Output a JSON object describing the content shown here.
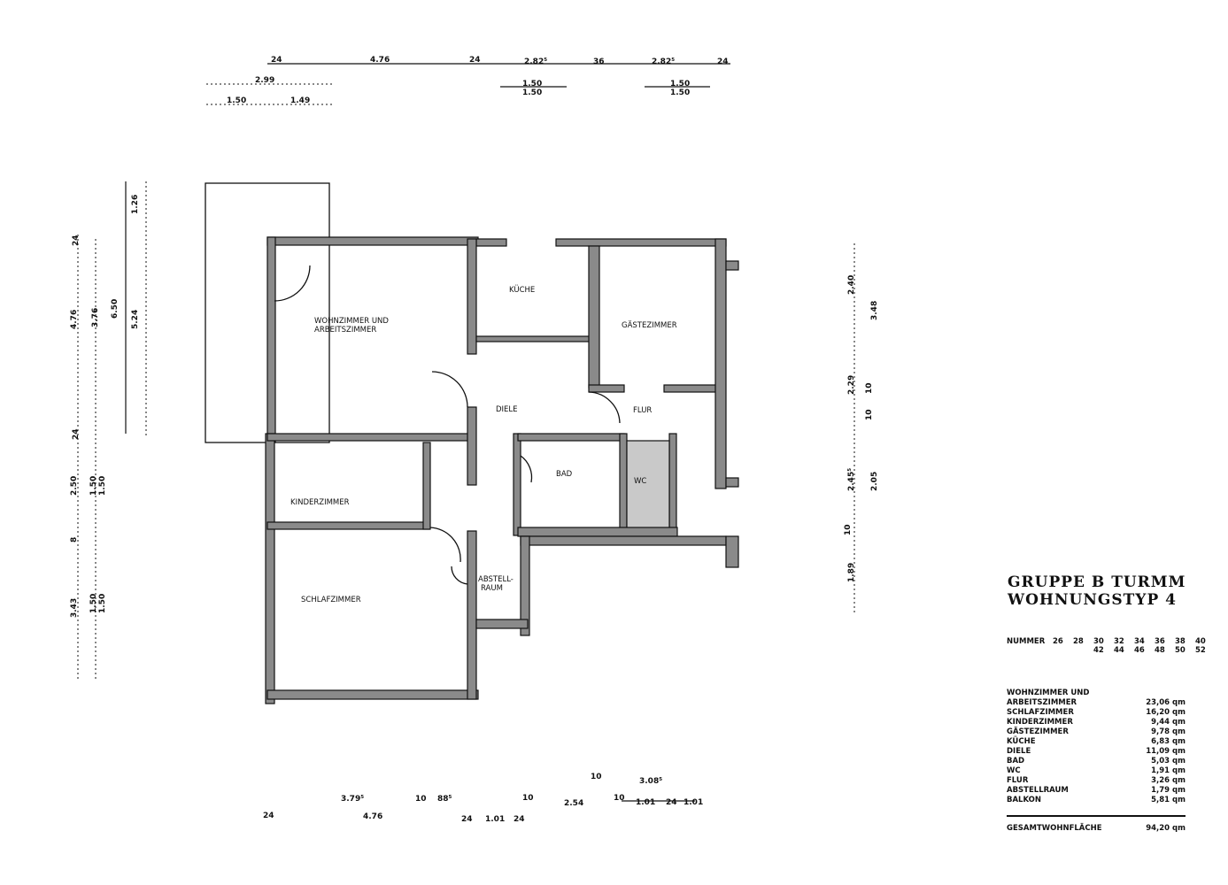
{
  "title": {
    "line1": "GRUPPE B TURMM",
    "line2": "WOHNUNGSTYP 4"
  },
  "numbers": {
    "label": "NUMMER",
    "row1": [
      "26",
      "28",
      "30",
      "32",
      "34",
      "36",
      "38",
      "40"
    ],
    "row2": [
      "",
      "",
      "42",
      "44",
      "46",
      "48",
      "50",
      "52"
    ]
  },
  "areas": [
    {
      "room": "WOHNZIMMER UND",
      "value": ""
    },
    {
      "room": "ARBEITSZIMMER",
      "value": "23,06 qm"
    },
    {
      "room": "SCHLAFZIMMER",
      "value": "16,20 qm"
    },
    {
      "room": "KINDERZIMMER",
      "value": "9,44 qm"
    },
    {
      "room": "GÄSTEZIMMER",
      "value": "9,78 qm"
    },
    {
      "room": "KÜCHE",
      "value": "6,83 qm"
    },
    {
      "room": "DIELE",
      "value": "11,09 qm"
    },
    {
      "room": "BAD",
      "value": "5,03 qm"
    },
    {
      "room": "WC",
      "value": "1,91 qm"
    },
    {
      "room": "FLUR",
      "value": "3,26 qm"
    },
    {
      "room": "ABSTELLRAUM",
      "value": "1,79 qm"
    },
    {
      "room": "BALKON",
      "value": "5,81 qm"
    }
  ],
  "total": {
    "label": "GESAMTWOHNFLÄCHE",
    "value": "94,20 qm"
  },
  "rooms": {
    "wohn1": "WOHNZIMMER UND",
    "wohn2": "ARBEITSZIMMER",
    "kueche": "KÜCHE",
    "gaeste": "GÄSTEZIMMER",
    "diele": "DIELE",
    "flur": "FLUR",
    "bad": "BAD",
    "wc": "WC",
    "kinder": "KINDERZIMMER",
    "schlaf": "SCHLAFZIMMER",
    "abst1": "ABSTELL-",
    "abst2": "RAUM"
  },
  "dims": {
    "top": [
      "24",
      "4.76",
      "24",
      "2.82⁵",
      "36",
      "2.82⁵",
      "24",
      "2.99",
      "1.50",
      "1.49",
      "1.50",
      "1.50",
      "1.50",
      "1.50"
    ],
    "left": [
      "24",
      "4.76",
      "3.76",
      "6.50",
      "5.24",
      "1.26",
      "24",
      "2.50",
      "1.50",
      "1.50",
      "8",
      "3.43",
      "1.50",
      "1.50"
    ],
    "right": [
      "2.40",
      "3.48",
      "2.29",
      "10",
      "10",
      "2.45⁵",
      "2.05",
      "10",
      "1.89"
    ],
    "bottom": [
      "24",
      "3.79⁵",
      "4.76",
      "10",
      "88⁵",
      "24",
      "1.01",
      "24",
      "10",
      "2.54",
      "10",
      "3.08⁵",
      "10",
      "1.01",
      "24",
      "1.01"
    ]
  }
}
